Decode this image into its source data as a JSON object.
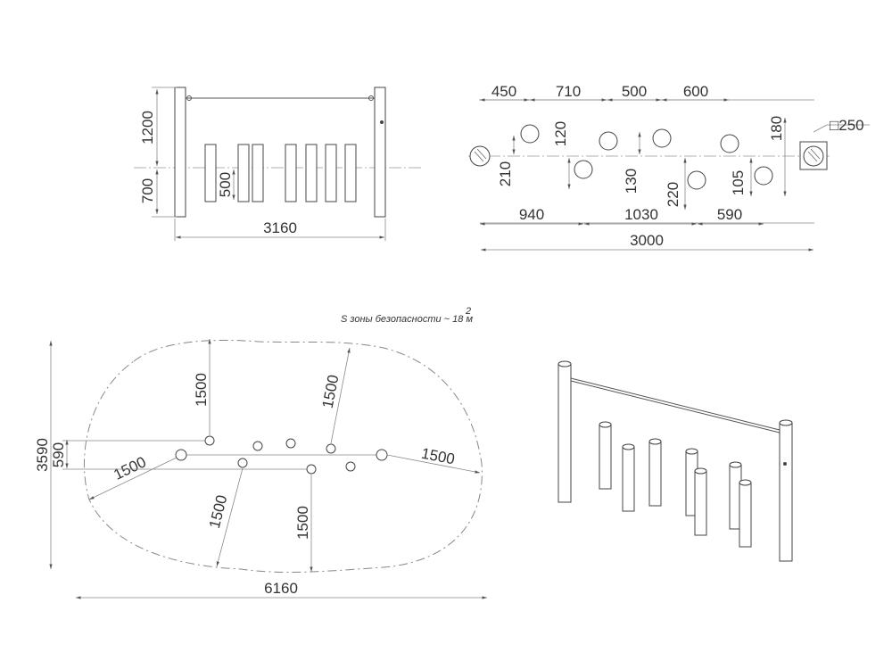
{
  "front_view": {
    "height_upper": "1200",
    "height_lower": "700",
    "step_height": "500",
    "total_width": "3160"
  },
  "plan_view": {
    "top_dims": [
      "450",
      "710",
      "500",
      "600"
    ],
    "offsets": [
      "120",
      "210",
      "130",
      "220",
      "105",
      "180"
    ],
    "bottom_dims": [
      "940",
      "1030",
      "590"
    ],
    "total": "3000",
    "post_size": "□250"
  },
  "zone_view": {
    "area_label": "S зоны безопасности ~ 18 м",
    "area_sup": "2",
    "radius_1": "1500",
    "radius_2": "1500",
    "radius_3": "1500",
    "radius_4": "1500",
    "radius_5": "1500",
    "radius_6": "1500",
    "height": "3590",
    "inner_height": "590",
    "width": "6160"
  }
}
